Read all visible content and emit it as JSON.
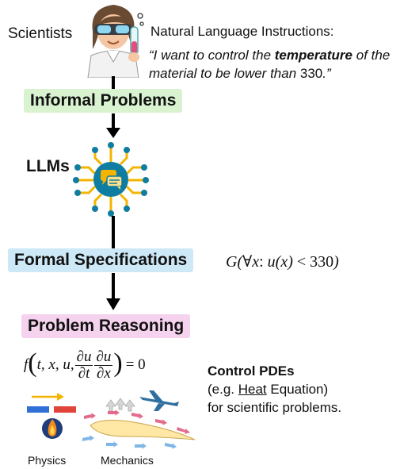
{
  "scientists_label": "Scientists",
  "nl_header": "Natural Language Instructions:",
  "nl_quote": {
    "open": "“I want to control the ",
    "emphasis": "temperature",
    "mid": " of the material to be lower than ",
    "number": "330",
    "close": ".”"
  },
  "informal_problems": "Informal Problems",
  "llms_label": "LLMs",
  "formal_specifications": "Formal Specifications",
  "spec_formula": {
    "G": "G",
    "forall": "∀",
    "x": "x",
    "colon": ":",
    "u": "u",
    "comparison": "< 330"
  },
  "problem_reasoning": "Problem Reasoning",
  "pde_formula": {
    "f": "f",
    "vars": "t, x, u,",
    "d1_num": "∂u",
    "d1_den": "∂t",
    "d2_num": "∂u",
    "d2_den": "∂x",
    "rhs": "= 0"
  },
  "control_title": "Control PDEs",
  "control_line2_pre": "(e.g. ",
  "control_line2_link": "Heat",
  "control_line2_post": " Equation)",
  "control_line3": "for scientific problems.",
  "physics_label": "Physics",
  "mechanics_label": "Mechanics",
  "colors": {
    "informal_bg": "#d9f2d0",
    "formal_bg": "#cde9f7",
    "reasoning_bg": "#f5d3ee",
    "chip_teal": "#0f7da1",
    "chip_gold": "#f5b400"
  }
}
